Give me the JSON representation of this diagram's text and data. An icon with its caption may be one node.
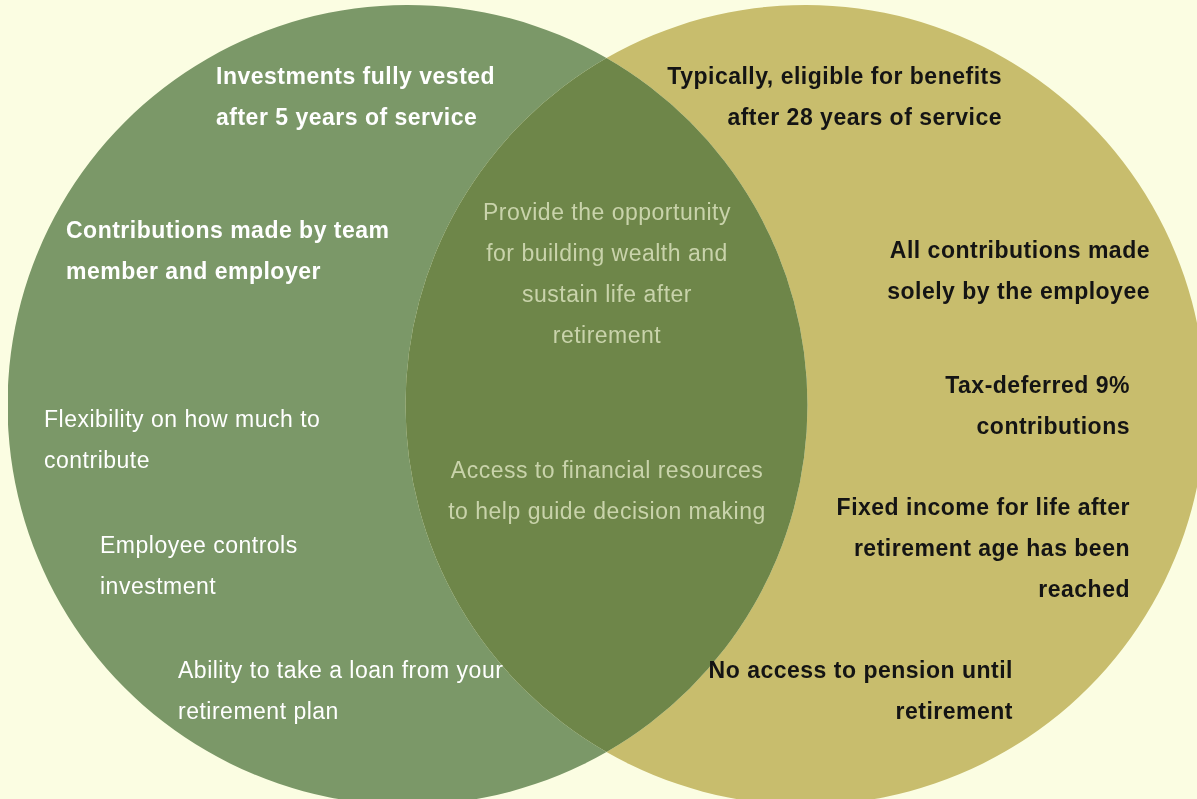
{
  "diagram": {
    "nodes": [
      {
        "text": [
          "Investments fully vested after 5 years of service",
          "Contributions made by team member and employer",
          "Flexibility on how much to contribute",
          "Employee controls investment",
          "Ability to take a loan from your retirement plan"
        ]
      },
      {
        "text": [
          "Typically, eligible for benefits after 28 years of service",
          "All contributions made solely by the employee",
          "Tax-deferred 9% contributions",
          "Fixed income for life after retirement age has been reached",
          "No access to pension until retirement"
        ]
      },
      {
        "text": [
          "Provide the opportunity for building wealth and sustain life after retirement",
          "Access to financial resources to help guide decision making"
        ]
      }
    ]
  }
}
